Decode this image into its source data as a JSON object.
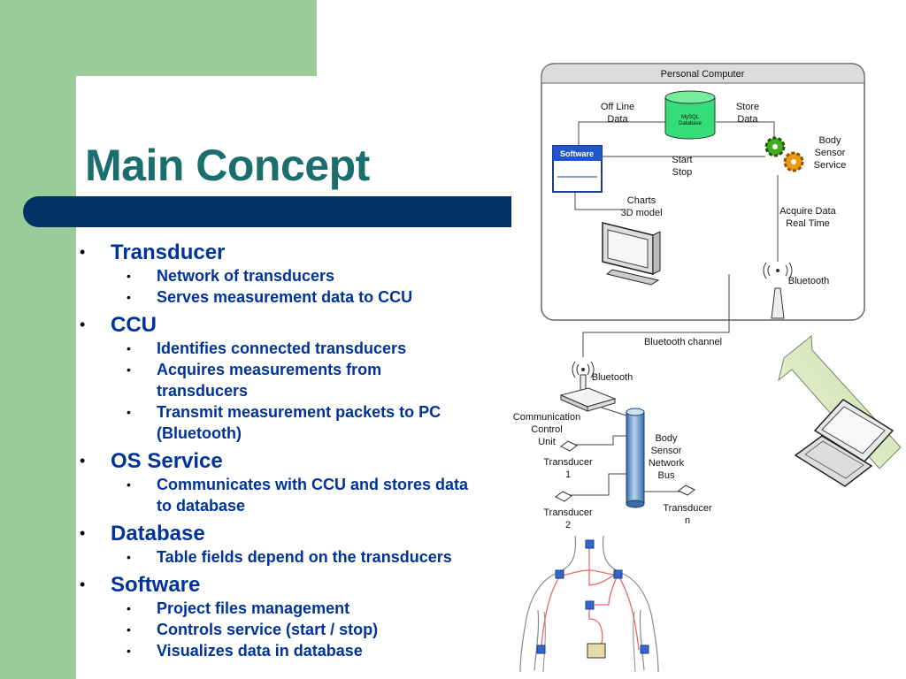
{
  "slide": {
    "title": "Main Concept",
    "bullets": [
      {
        "text": "Transducer",
        "subs": [
          [
            "Network of transducers"
          ],
          [
            "Serves measurement data to CCU"
          ]
        ]
      },
      {
        "text": "CCU",
        "subs": [
          [
            "Identifies connected transducers"
          ],
          [
            "Acquires measurements from",
            "transducers"
          ],
          [
            "Transmit measurement packets to PC",
            "(Bluetooth)"
          ]
        ]
      },
      {
        "text": "OS Service",
        "subs": [
          [
            "Communicates with CCU and stores data",
            "to database"
          ]
        ]
      },
      {
        "text": "Database",
        "subs": [
          [
            "Table fields depend on the transducers"
          ]
        ]
      },
      {
        "text": "Software",
        "subs": [
          [
            "Project files management"
          ],
          [
            "Controls service (start / stop)"
          ],
          [
            "Visualizes data in database"
          ]
        ]
      }
    ]
  },
  "diagram": {
    "pc_title": "Personal Computer",
    "offline_data": [
      "Off Line",
      "Data"
    ],
    "db_label": [
      "MySQL",
      "Database"
    ],
    "store_data": [
      "Store",
      "Data"
    ],
    "software_label": "Software",
    "start_stop": [
      "Start",
      "Stop"
    ],
    "service_label": [
      "Body",
      "Sensor",
      "Service"
    ],
    "charts_label": [
      "Charts",
      "3D model"
    ],
    "acquire_label": [
      "Acquire Data",
      "Real Time"
    ],
    "pc_bluetooth": "Bluetooth",
    "channel_label": "Bluetooth channel",
    "ccu_bluetooth": "Bluetooth",
    "ccu_label": [
      "Communication",
      "Control",
      "Unit"
    ],
    "bus_label": [
      "Body",
      "Sensor",
      "Network",
      "Bus"
    ],
    "transducer1": [
      "Transducer",
      "1"
    ],
    "transducer2": [
      "Transducer",
      "2"
    ],
    "transducern": [
      "Transducer",
      "n"
    ]
  },
  "colors": {
    "green": "#99cc99",
    "navy": "#003366",
    "title": "#1a6e6e",
    "bullet_text": "#003399"
  }
}
